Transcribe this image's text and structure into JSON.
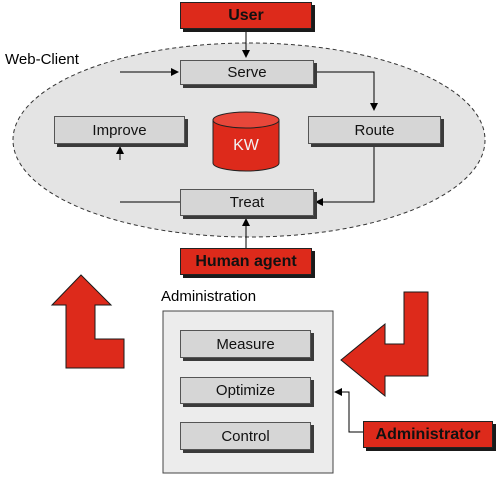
{
  "actors": {
    "user": "User",
    "human_agent": "Human agent",
    "administrator": "Administrator"
  },
  "web_client": {
    "title": "Web-Client",
    "serve": "Serve",
    "route": "Route",
    "treat": "Treat",
    "improve": "Improve",
    "kw": "KW"
  },
  "administration": {
    "title": "Administration",
    "measure": "Measure",
    "optimize": "Optimize",
    "control": "Control"
  },
  "colors": {
    "accent_red": "#dd2a1b",
    "process_gray": "#d6d6d6",
    "ellipse_fill": "#e4e4e4",
    "panel_fill": "#ececec"
  }
}
